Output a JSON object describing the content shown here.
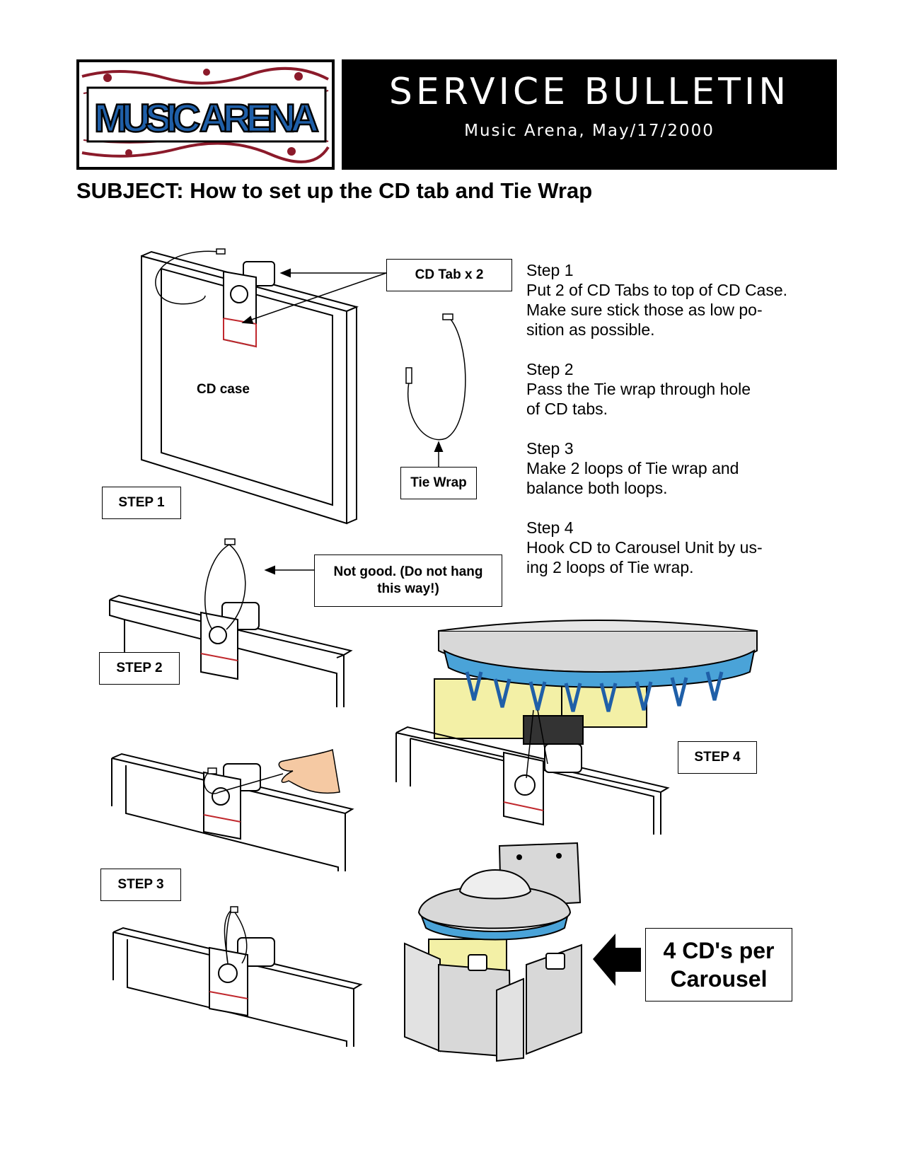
{
  "header": {
    "logo_text": "MUSIC ARENA",
    "title": "SERVICE BULLETIN",
    "subtitle": "Music Arena, May/17/2000"
  },
  "subject": "SUBJECT:  How to set up the CD tab and Tie Wrap",
  "labels": {
    "cd_tab": "CD Tab x 2",
    "cd_case": "CD case",
    "tie_wrap": "Tie Wrap",
    "step1": "STEP 1",
    "step2": "STEP 2",
    "step3": "STEP 3",
    "step4": "STEP 4",
    "not_good": "Not good. (Do not hang this way!)",
    "per_carousel": "4 CD's per Carousel"
  },
  "instructions": [
    {
      "heading": "Step 1",
      "text": "Put 2 of CD Tabs to top of CD Case.\nMake sure stick those as low po-\nsition as possible."
    },
    {
      "heading": "Step 2",
      "text": "Pass the Tie wrap through hole\nof CD tabs."
    },
    {
      "heading": "Step 3",
      "text": "Make 2 loops of Tie wrap and\nbalance both loops."
    },
    {
      "heading": "Step 4",
      "text": "Hook CD to Carousel Unit by us-\ning 2 loops of Tie wrap."
    }
  ],
  "colors": {
    "banner": "#000000",
    "logo_blue": "#1f5fa8",
    "tab_red": "#c0282d",
    "carousel_blue": "#4aa3d8",
    "carousel_yellow": "#f3f0a6",
    "carousel_gray": "#d8d8d8"
  }
}
